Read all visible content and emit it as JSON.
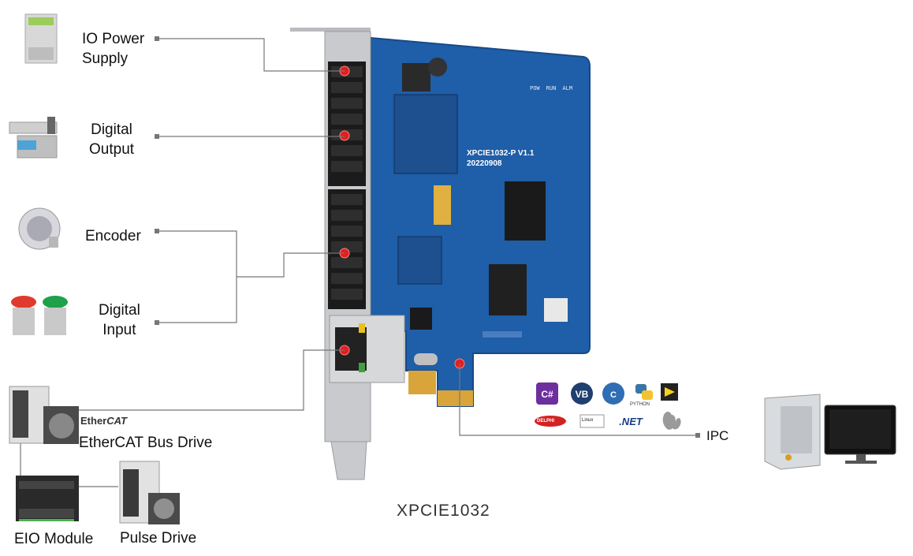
{
  "labels": {
    "io_power_line1": "IO Power",
    "io_power_line2": "Supply",
    "digital_output_line1": "Digital",
    "digital_output_line2": "Output",
    "encoder": "Encoder",
    "digital_input_line1": "Digital",
    "digital_input_line2": "Input",
    "ethercat_bus_drive": "EtherCAT Bus Drive",
    "eio_module": "EIO Module",
    "pulse_drive": "Pulse Drive",
    "ipc": "IPC",
    "product_name": "XPCIE1032"
  },
  "board": {
    "silkscreen_model": "XPCIE1032-P V1.1",
    "silkscreen_date": "20220908",
    "led_labels": [
      "POW",
      "RUN",
      "ALM"
    ]
  },
  "ethercat_logo": {
    "ether": "Ether",
    "cat": "CAT"
  },
  "software_icons": [
    "C#",
    "VB",
    "C++",
    "PYTHON",
    "LabVIEW",
    "DELPHI",
    "Linux",
    ".NET",
    "Apple"
  ],
  "colors": {
    "pcb_blue": "#1f5ea8",
    "connector_dot": "#e02020",
    "leader_line": "#777777",
    "bracket_silver": "#c8cacd"
  }
}
